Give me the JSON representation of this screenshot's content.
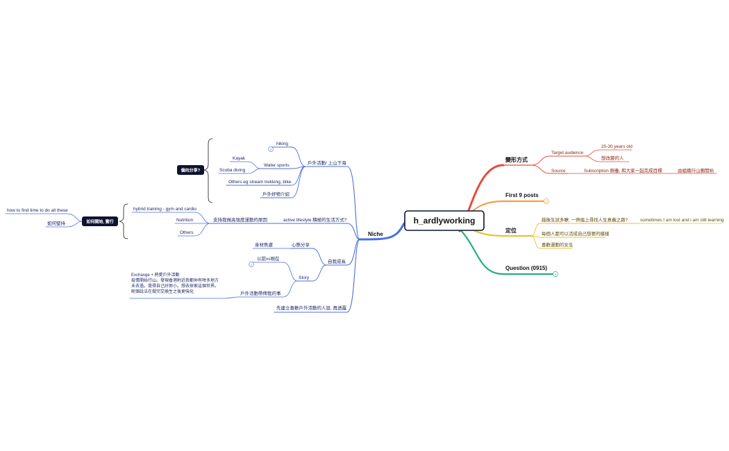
{
  "colors": {
    "blue": "#4a6ee0",
    "red": "#e84a3c",
    "orange": "#f0a045",
    "yellow": "#e8c230",
    "green": "#22b07a",
    "blue_text": "#16235e",
    "red_text": "#8a2410",
    "yellow_text": "#5e4a06",
    "dark_tag": "#0d1230"
  },
  "root": {
    "label": "h_ardlyworking"
  },
  "right": {
    "transform": {
      "label": "變形方式",
      "target_audience": "Target audience",
      "age": "20-30 years old",
      "change": "想改變的人",
      "source": "Source",
      "subscription": "Subscription 飼養, 和大家一起完成目標",
      "group_hiking": "由組織行山團開始"
    },
    "first9": {
      "label": "First 9 posts",
      "count": "10"
    },
    "positioning": {
      "label": "定位",
      "item1": "越後生試多瞭, 一齊搵上尋找人生意義之路?",
      "item1_note": "sometimes I am lost and i am still learning",
      "item2": "每個人都可以活成自己想要的模樣",
      "item3": "喜歡運動的女生"
    },
    "question": {
      "label": "Question (0915)",
      "count": "5"
    }
  },
  "left": {
    "niche": "Niche",
    "outdoor": {
      "label": "戶外活動/ 上山下海",
      "hiking": "hiking",
      "hiking_count": "3",
      "water_sports": "Water sports",
      "kayak": "Kayak",
      "scuba": "Scuba diving",
      "others_stream": "Others eg stream trekking, bike",
      "gear": "戶外好物介紹",
      "tag": "偏向分享?"
    },
    "lifestyle": {
      "label": "active lifestyle 積極的生活方式?",
      "reason": "支持我做高強度運動的原因",
      "hybrid": "hybrid training - gym and cardio",
      "nutrition": "Nutrition",
      "others": "Others",
      "tag": "如何開始, 實行",
      "find_time": "how to find time to do all these",
      "persist": "如何堅持"
    },
    "growth": {
      "label": "自我成長",
      "mindset": "心態分享",
      "body_anxiety": "身材焦慮",
      "story": "Story",
      "before_now": "以前vs現在",
      "before_now_count": "2",
      "outdoor_changes": "戶外活動帶俾我的事",
      "exchange": [
        "Exchange + 熱愛戶外活動",
        "疫情開始行山。發現香港附近我都仲有咁多地方",
        "未去過。覺得自己好渺小。想去探索這個世界。",
        "呢個諗法在做完交換生之後更強化"
      ]
    },
    "build_first": "先建立喜歡戶外活動的人設, 再透露"
  }
}
